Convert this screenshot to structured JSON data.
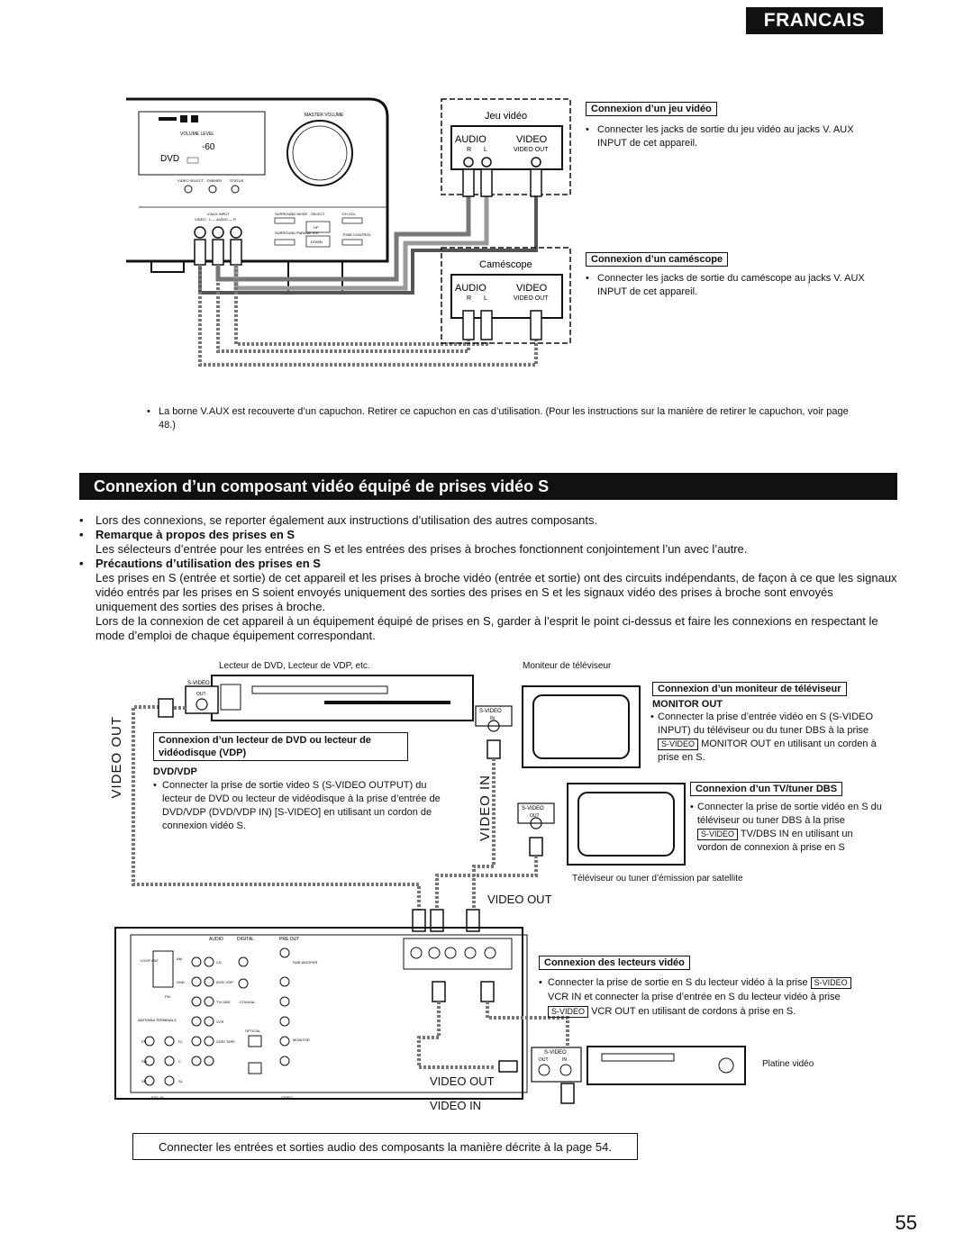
{
  "header": {
    "language_tab": "FRANCAIS"
  },
  "top_diagram": {
    "game_device": "Jeu vidéo",
    "camcorder": "Caméscope",
    "audio": "AUDIO",
    "video": "VIDEO",
    "r": "R",
    "l": "L",
    "video_out": "VIDEO OUT",
    "receiver_display": "-60",
    "receiver_source": "DVD",
    "master_volume": "MASTER VOLUME",
    "volume_level": "VOLUME LEVEL",
    "video_select": "VIDEO SELECT",
    "dimmer": "DIMMER",
    "status": "STATUS",
    "v_aux_input": "V.AUX INPUT",
    "aux_video": "VIDEO",
    "aux_audio": "L — AUDIO — R",
    "surround_mode": "SURROUND MODE",
    "surround_parameter": "SURROUND PARAMETER",
    "select": "SELECT",
    "ch_vol": "CH VOL",
    "up": "UP",
    "down": "DOWN",
    "tone_control": "TONE CONTROL"
  },
  "game_section": {
    "title": "Connexion d’un jeu vidéo",
    "text": "Connecter les jacks de sortie du jeu vidéo au jacks V. AUX INPUT de cet appareil."
  },
  "camcorder_section": {
    "title": "Connexion d’un caméscope",
    "text": "Connecter les jacks de sortie du caméscope au jacks V. AUX INPUT de cet appareil."
  },
  "vaux_note": "La borne V.AUX est recouverte d’un capuchon. Retirer ce capuchon en cas d’utilisation. (Pour les instructions sur la manière de retirer le capuchon, voir page 48.)",
  "section_title": "Connexion d’un composant vidéo équipé de prises vidéo S",
  "intro": {
    "line1": "Lors des connexions, se reporter également aux instructions d’utilisation des autres composants.",
    "remark_title": "Remarque à propos des prises en S",
    "remark_text": "Les sélecteurs d’entrée pour les entrées en S et les entrées des prises à broches fonctionnent conjointement l’un avec l’autre.",
    "precautions_title": "Précautions d’utilisation des prises en S",
    "precautions_text1": "Les prises en S (entrée et sortie) de cet appareil et les prises à broche vidéo (entrée et sortie) ont des circuits indépendants, de façon à ce que les signaux vidéo entrés par les prises en S soient envoyés uniquement des sorties des prises en S et les signaux vidéo des prises à broche sont envoyés uniquement des sorties des prises à broche.",
    "precautions_text2": "Lors de la connexion de cet appareil à un équipement équipé de prises en S, garder à l’esprit le point ci-dessus et faire les connexions en respectant le mode d’emploi de chaque équipement correspondant."
  },
  "bottom_diagram": {
    "dvd_caption": "Lecteur de DVD, Lecteur de VDP, etc.",
    "tv_caption": "Moniteur de téléviseur",
    "satellite_caption": "Téléviseur ou tuner d’émission par satellite",
    "vcr_caption": "Platine vidéo",
    "s_video": "S-VIDEO",
    "out": "OUT",
    "in": "IN",
    "video_out_vert": "VIDEO OUT",
    "video_in_vert": "VIDEO IN",
    "video_out_label": "VIDEO OUT",
    "video_out_label2": "VIDEO OUT",
    "video_in_label": "VIDEO IN",
    "rear_panel": {
      "audio": "AUDIO",
      "digital": "DIGITAL",
      "pre_out": "PRE OUT",
      "cd": "CD",
      "dvd_vdp": "DVD/ VDP",
      "tv_dbs": "TV/ DBS",
      "vcr": "VCR",
      "cdr_tape": "CDR/ TAPE",
      "coaxial": "COAXIAL",
      "optical": "OPTICAL",
      "monitor": "MONITOR",
      "antenna": "ANTENNA TERMINALS",
      "am": "AM",
      "fm": "FM",
      "loop_ant": "LOOP ANT",
      "gnd": "GND",
      "fr": "FR",
      "fl": "FL",
      "sw": "SW",
      "c": "C",
      "sr": "SR",
      "sl": "SL",
      "sub_woofer": "SUB WOOFER",
      "ext_in": "EXT. IN",
      "video_panel": "VIDEO"
    }
  },
  "dvd_section": {
    "title": "Connexion d’un lecteur de DVD ou lecteur de vidéodisque (VDP)",
    "subtitle": "DVD/VDP",
    "text": "Connecter la prise de sortie video S (S-VIDEO OUTPUT) du lecteur de DVD ou lecteur de vidéodisque à la prise d’entrée de DVD/VDP (DVD/VDP IN) [S-VIDEO] en utilisant un cordon de connexion vidéo S."
  },
  "tv_section": {
    "title": "Connexion d’un moniteur de téléviseur",
    "subtitle": "MONITOR OUT",
    "text_a": "Connecter la prise d’entrée vidéo en S (S-VIDEO INPUT) du téléviseur ou du tuner DBS à la prise",
    "tag": "S-VIDEO",
    "text_b": "MONITOR OUT en utilisant un corden à prise en S."
  },
  "dbs_section": {
    "title": "Connexion d’un TV/tuner DBS",
    "text_a": "Connecter la prise de sortie vidéo en S du téléviseur ou tuner DBS à la prise",
    "tag": "S-VIDEO",
    "text_b": "TV/DBS IN en utilisant un vordon de connexion à prise en S"
  },
  "vcr_section": {
    "title": "Connexion des lecteurs vidéo",
    "text_a": "Connecter la prise de sortie en S du lecteur vidéo à la prise",
    "tag1": "S-VIDEO",
    "text_b": "VCR IN et connecter la prise d’entrée en S du lecteur vidéo à prise",
    "tag2": "S-VIDEO",
    "text_c": "VCR OUT en utilisant de cordons à prise en S."
  },
  "footer_note": "Connecter les entrées et sorties audio des composants la manière décrite à la page 54.",
  "page_number": "55"
}
